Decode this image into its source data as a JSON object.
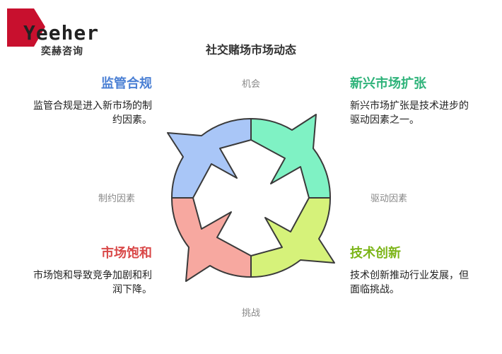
{
  "logo": {
    "word": "Yeeher",
    "subtitle": "奕赫咨询",
    "accent_color": "#c8102e"
  },
  "title": "社交赌场市场动态",
  "axes": {
    "top": "机会",
    "bottom": "挑战",
    "left": "制约因素",
    "right": "驱动因素"
  },
  "quadrants": {
    "top_left": {
      "heading": "监管合规",
      "desc_line1": "监管合规是进入新市场的制",
      "desc_line2": "约因素。",
      "color": "#4a7fd4",
      "fill": "#a9c6f7"
    },
    "top_right": {
      "heading": "新兴市场扩张",
      "desc_line1": "新兴市场扩张是技术进步的",
      "desc_line2": "驱动因素之一。",
      "color": "#2fb37a",
      "fill": "#7ff2c4"
    },
    "bottom_left": {
      "heading": "市场饱和",
      "desc_line1": "市场饱和导致竞争加剧和利",
      "desc_line2": "润下降。",
      "color": "#d94848",
      "fill": "#f7a8a0"
    },
    "bottom_right": {
      "heading": "技术创新",
      "desc_line1": "技术创新推动行业发展，但",
      "desc_line2": "面临挑战。",
      "color": "#7cb518",
      "fill": "#d6f27a"
    }
  }
}
